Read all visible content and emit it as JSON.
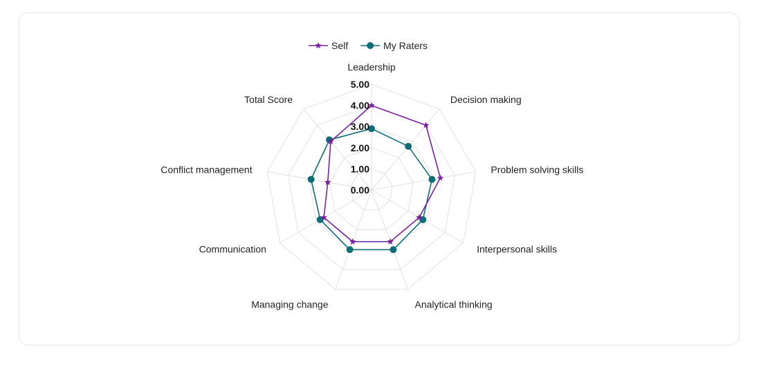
{
  "chart_data": {
    "type": "radar",
    "categories": [
      "Leadership",
      "Decision making",
      "Problem solving skills",
      "Interpersonal skills",
      "Analytical thinking",
      "Managing change",
      "Communication",
      "Conflict management",
      "Total Score"
    ],
    "series": [
      {
        "name": "Self",
        "color": "#7a1fa2",
        "marker": "star",
        "values": [
          4.0,
          4.0,
          3.3,
          2.6,
          2.6,
          2.6,
          2.6,
          2.1,
          3.0
        ]
      },
      {
        "name": "My Raters",
        "color": "#0e6e78",
        "marker": "circle",
        "values": [
          2.9,
          2.7,
          2.9,
          2.8,
          3.0,
          3.0,
          2.8,
          2.9,
          3.1
        ]
      }
    ],
    "tick_labels": [
      "0.00",
      "1.00",
      "2.00",
      "3.00",
      "4.00",
      "5.00"
    ],
    "rlim": [
      0,
      5
    ],
    "grid": true,
    "legend_position": "top-center"
  }
}
